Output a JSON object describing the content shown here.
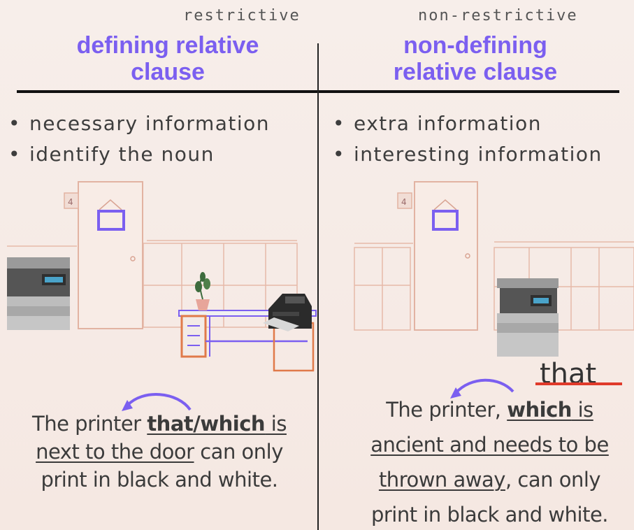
{
  "left": {
    "kicker": "restrictive",
    "title_line1": "defining relative",
    "title_line2": "clause",
    "bullets": [
      "necessary information",
      "identify the noun"
    ],
    "sentence": {
      "pre": "The printer ",
      "pronoun": "that/which",
      "mid": " is",
      "line2_u": "next to the door",
      "line2_rest": " can only",
      "line3": "print in black and white."
    }
  },
  "right": {
    "kicker": "non-restrictive",
    "title_line1": "non-defining",
    "title_line2": "relative clause",
    "bullets": [
      "extra information",
      "interesting information"
    ],
    "struck_word": "that",
    "sentence": {
      "pre": "The printer, ",
      "pronoun": "which",
      "mid": " is",
      "line2": "ancient and needs to be",
      "line3_u": "thrown away",
      "line3_rest": ", can only",
      "line4": "print in black and white."
    }
  },
  "door_sign_number": "4",
  "colors": {
    "accent": "#7b5ff0",
    "strike": "#e03a2a",
    "furniture_orange": "#e07a4a"
  }
}
